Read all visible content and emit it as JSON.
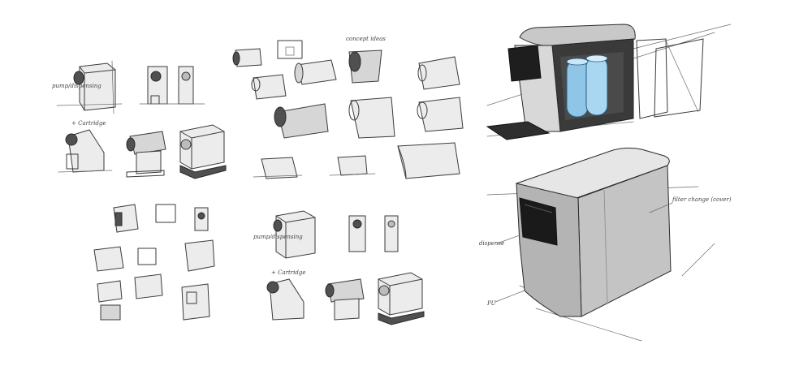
{
  "annotations": {
    "top_header_scribble": "concept ideas",
    "left_label_a": "pump/dispensing",
    "left_label_b": "+ Cartridge",
    "mid_label_a": "pump/dispensing",
    "mid_label_b": "+ Cartridge",
    "large_right_a": "filter change (cover)",
    "large_left_a": "dispense",
    "large_left_b": "PU"
  },
  "colors": {
    "paper": "#ffffff",
    "ink": "#3a3a3a",
    "cartridge_blue": "#8fc6e8",
    "machine_grey": "#d0d0d0",
    "machine_dark": "#2e2e2e"
  },
  "icons": [
    "cartridge-icon",
    "dispenser-body-icon"
  ]
}
